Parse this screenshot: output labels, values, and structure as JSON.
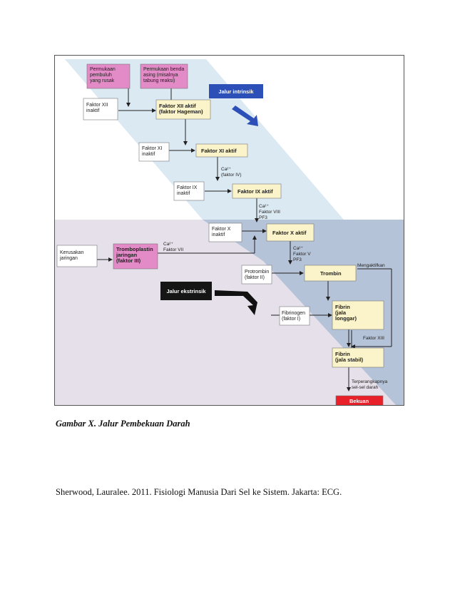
{
  "diagram": {
    "colors": {
      "intrinsic_band": "#dbe9f3",
      "extrinsic_band": "#b5c3d8",
      "lilac_band": "#e6e0ea",
      "pink_box": "#e28bc6",
      "yellow_box": "#fbf3c9",
      "white_box": "#ffffff",
      "red_box": "#e8202a",
      "blue_label": "#2c4fb8",
      "black_label": "#151515"
    },
    "boxes": {
      "permukaan_rusak": [
        "Permukaan",
        "pembuluh",
        "yang rusak"
      ],
      "permukaan_asing": [
        "Permukaan benda",
        "asing (misalnya",
        "tabung reaksi)"
      ],
      "faktor_xii_inaktif": [
        "Faktor XII",
        "inaktif"
      ],
      "faktor_xii_aktif": [
        "Faktor XII aktif",
        "(faktor Hageman)"
      ],
      "faktor_xi_inaktif": [
        "Faktor XI",
        "inaktif"
      ],
      "faktor_xi_aktif": [
        "Faktor XI aktif"
      ],
      "faktor_ix_inaktif": [
        "Faktor IX",
        "inaktif"
      ],
      "faktor_ix_aktif": [
        "Faktor IX aktif"
      ],
      "faktor_x_inaktif": [
        "Faktor X",
        "inaktif"
      ],
      "faktor_x_aktif": [
        "Faktor X aktif"
      ],
      "kerusakan_jaringan": [
        "Kerusakan",
        "jaringan"
      ],
      "tromboplastin": [
        "Tromboplastin",
        "jaringan",
        "(faktor III)"
      ],
      "protrombin": [
        "Protrombin",
        "(faktor II)"
      ],
      "trombin": [
        "Trombin"
      ],
      "fibrinogen": [
        "Fibrinogen",
        "(faktor I)"
      ],
      "fibrin_longgar": [
        "Fibrin",
        "(jala",
        "longgar)"
      ],
      "fibrin_stabil": [
        "Fibrin",
        "(jala stabil)"
      ],
      "bekuan": [
        "Bekuan"
      ]
    },
    "pathway_labels": {
      "intrinsik": "Jalur intrinsik",
      "ekstrinsik": "Jalur ekstrinsik"
    },
    "annotations": {
      "ca_ix": [
        "Ca²⁺",
        "(faktor IV)"
      ],
      "ca_x": [
        "Ca²⁺",
        "Faktor VIII",
        "PF3"
      ],
      "ca_vii": [
        "Ca²⁺",
        "Faktor VII"
      ],
      "ca_v": [
        "Ca²⁺",
        "Faktor V",
        "PF3"
      ],
      "mengaktifkan": "Mengaktifkan",
      "faktor_xiii": "Faktor XIII",
      "terperangkap": [
        "Terperangkapnya",
        "sel-sel darah"
      ]
    }
  },
  "caption": "Gambar X. Jalur Pembekuan Darah",
  "reference": "Sherwood,  Lauralee.  2011. Fisiologi  Manusia  Dari Sel ke Sistem.  Jakarta: ECG."
}
